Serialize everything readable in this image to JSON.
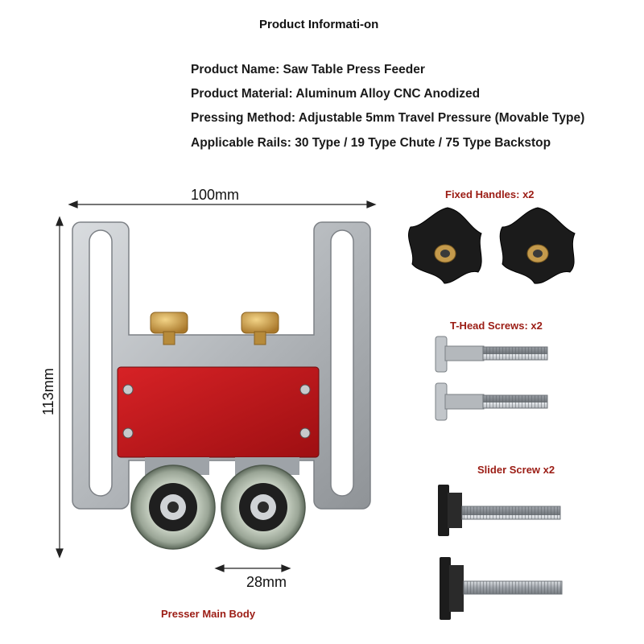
{
  "header": {
    "title": "Product Informati-on"
  },
  "specs": [
    "Product Name: Saw Table Press Feeder",
    "Product Material: Aluminum Alloy CNC Anodized",
    "Pressing Method: Adjustable 5mm Travel Pressure (Movable Type)",
    "Applicable Rails: 30 Type / 19 Type Chute / 75 Type Backstop"
  ],
  "dimensions": {
    "width": "100mm",
    "height": "113mm",
    "wheel_gap": "28mm"
  },
  "captions": {
    "main_body": "Presser Main Body",
    "handles": "Fixed Handles: x2",
    "t_screws": "T-Head Screws: x2",
    "slider_screws": "Slider Screw x2"
  },
  "colors": {
    "accent_caption": "#9b1c14",
    "aluminum": "#b9bdc2",
    "red_plate": "#c0181c",
    "brass": "#c9a04a",
    "rubber": "#1c1c1c"
  }
}
